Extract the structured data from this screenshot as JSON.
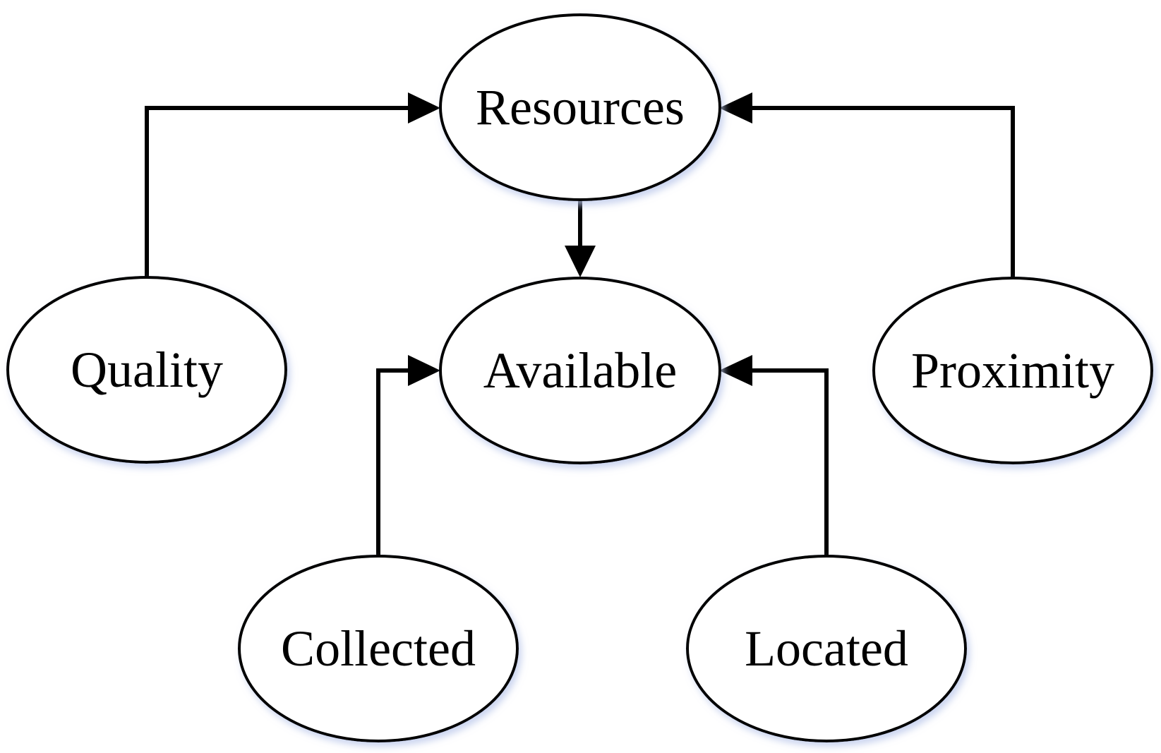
{
  "diagram": {
    "nodes": {
      "resources": {
        "label": "Resources"
      },
      "available": {
        "label": "Available"
      },
      "quality": {
        "label": "Quality"
      },
      "proximity": {
        "label": "Proximity"
      },
      "collected": {
        "label": "Collected"
      },
      "located": {
        "label": "Located"
      }
    },
    "edges": [
      {
        "from": "quality",
        "to": "resources"
      },
      {
        "from": "proximity",
        "to": "resources"
      },
      {
        "from": "resources",
        "to": "available"
      },
      {
        "from": "collected",
        "to": "available"
      },
      {
        "from": "located",
        "to": "available"
      }
    ],
    "colors": {
      "stroke": "#000000",
      "fill": "#ffffff",
      "glow": "#c9d3ee"
    }
  }
}
